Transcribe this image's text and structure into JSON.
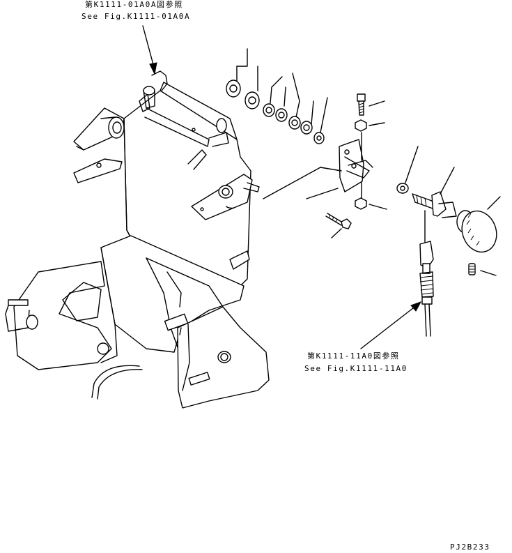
{
  "references": {
    "top": {
      "line_jp": "第K1111-01A0A図参照",
      "line_en": "See Fig.K1111-01A0A"
    },
    "bottom": {
      "line_jp": "第K1111-11A0図参照",
      "line_en": "See Fig.K1111-11A0"
    }
  },
  "drawing_code": "PJ2B233"
}
